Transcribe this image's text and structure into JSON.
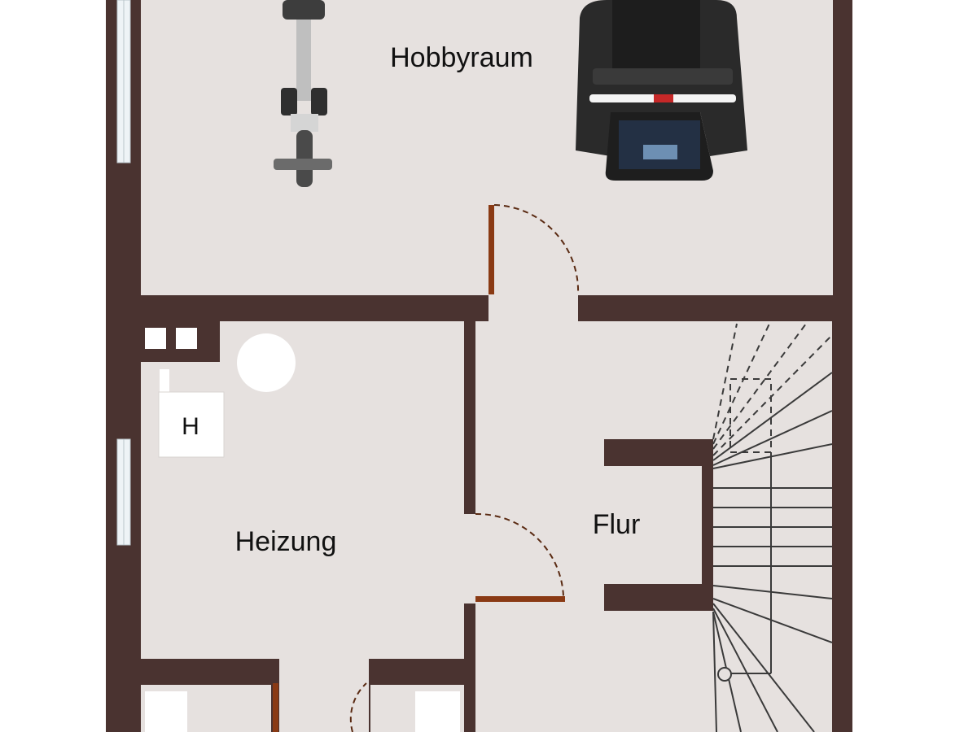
{
  "rooms": {
    "hobbyraum": "Hobbyraum",
    "heizung": "Heizung",
    "flur": "Flur"
  },
  "fixtures": {
    "heater_label": "H"
  },
  "icons": {
    "rowing_machine": "rowing-machine-icon",
    "treadmill": "treadmill-icon",
    "boiler_tank": "boiler-tank-icon",
    "staircase": "staircase-icon"
  },
  "colors": {
    "wall": "#4a3330",
    "floor": "#e6e1df",
    "door": "#8a3a14",
    "stair_line": "#3a3a3a",
    "window": "#eef3f6",
    "background": "#ffffff"
  }
}
